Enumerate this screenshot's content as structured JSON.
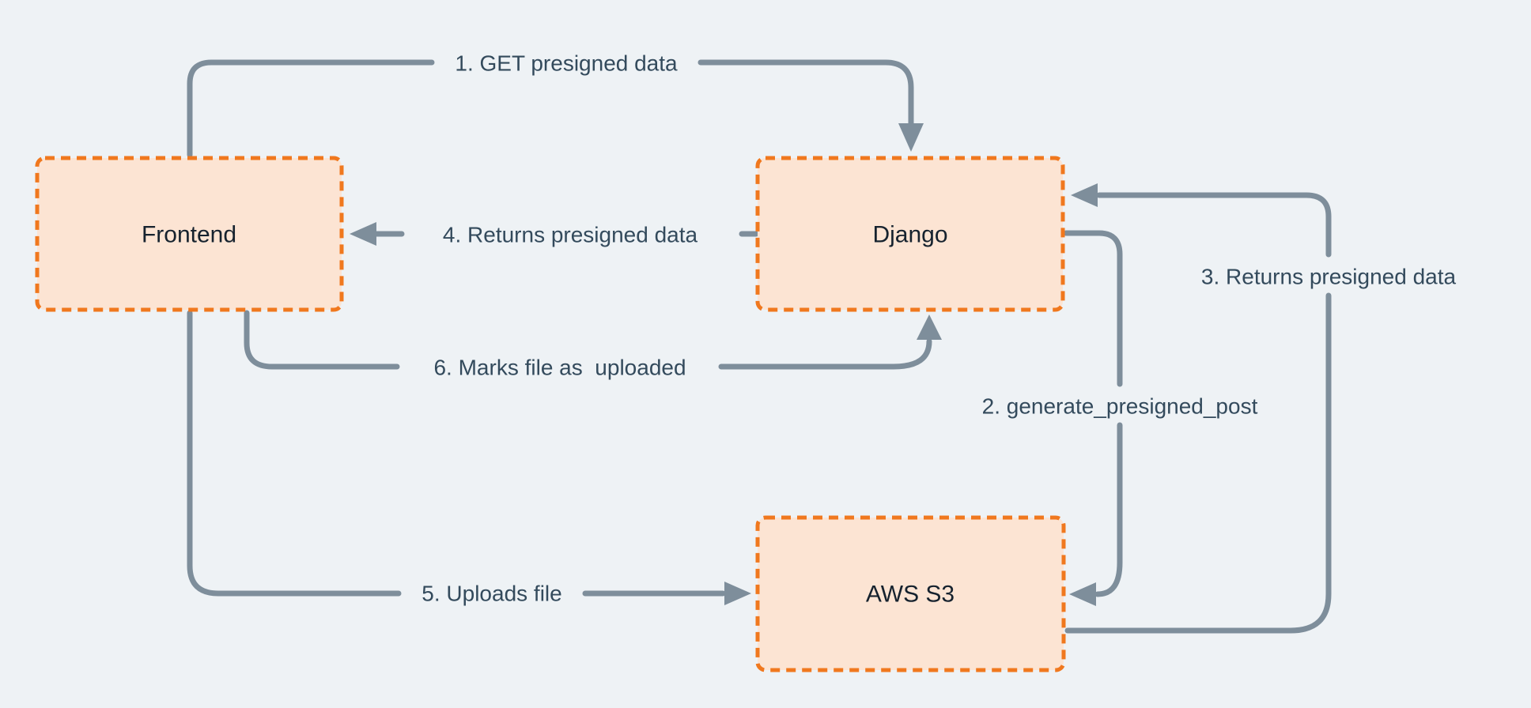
{
  "diagram": {
    "type": "flow-diagram",
    "colors": {
      "background": "#eef2f5",
      "node_fill": "#fce4d3",
      "node_border": "#f0781e",
      "connector": "#7e8e9b",
      "edge_label": "#334a5c",
      "node_label": "#16222e"
    },
    "nodes": [
      {
        "id": "frontend",
        "label": "Frontend"
      },
      {
        "id": "django",
        "label": "Django"
      },
      {
        "id": "aws-s3",
        "label": "AWS S3"
      }
    ],
    "edges": [
      {
        "id": "1",
        "label": "1. GET presigned data",
        "from": "Frontend",
        "to": "Django"
      },
      {
        "id": "2",
        "label": "2. generate_presigned_post",
        "from": "Django",
        "to": "AWS S3"
      },
      {
        "id": "3",
        "label": "3. Returns presigned data",
        "from": "AWS S3",
        "to": "Django"
      },
      {
        "id": "4",
        "label": "4. Returns presigned data",
        "from": "Django",
        "to": "Frontend"
      },
      {
        "id": "5",
        "label": "5. Uploads file",
        "from": "Frontend",
        "to": "AWS S3"
      },
      {
        "id": "6",
        "label": "6. Marks file as  uploaded",
        "from": "Frontend",
        "to": "Django"
      }
    ]
  }
}
